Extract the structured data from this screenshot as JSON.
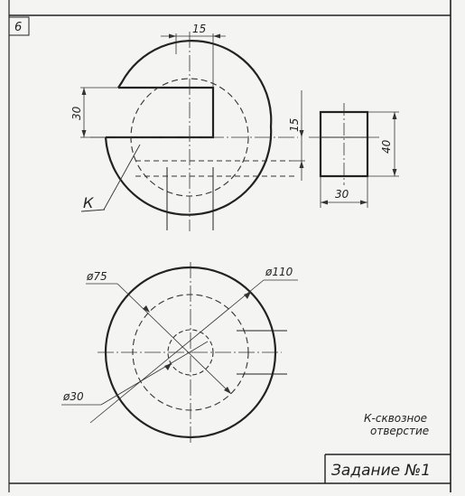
{
  "sheet": {
    "page_number": "6",
    "title": "Задание №1",
    "note_line1": "К-сквозное",
    "note_line2": "отверстие"
  },
  "front_view": {
    "dim_slot_width": "15",
    "dim_slot_height": "30",
    "dim_cut_height": "15",
    "section_label": "К"
  },
  "side_view": {
    "dim_height": "40",
    "dim_width": "30"
  },
  "top_view": {
    "dim_outer": "ø110",
    "dim_middle": "ø75",
    "dim_inner": "ø30"
  }
}
